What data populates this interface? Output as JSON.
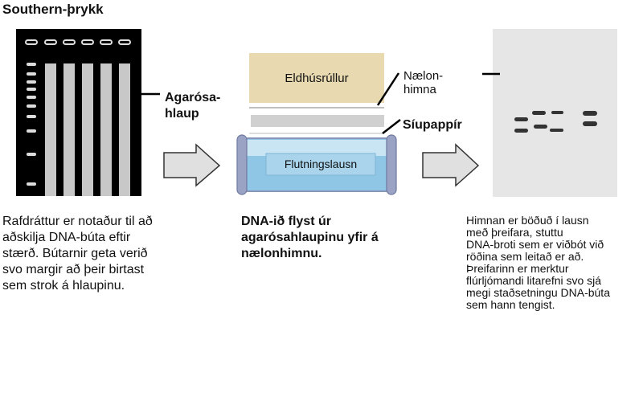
{
  "title": "Southern-þrykk",
  "labels": {
    "agarose_gel": [
      "Agarósa-",
      "hlaup"
    ],
    "nylon_membrane": [
      "Nælon-",
      "himna"
    ],
    "paper_towels": "Eldhúsrúllur",
    "filter_paper": "Síupappír",
    "transfer_solution": "Flutningslausn"
  },
  "descriptions": {
    "step1": [
      "Rafdráttur er notaður til að",
      "aðskilja DNA-búta eftir",
      "stærð. Bútarnir geta verið",
      "svo margir að þeir birtast",
      "sem strok á hlaupinu."
    ],
    "step2": [
      "DNA-ið flyst úr",
      "agarósahlaupinu yfir á",
      "nælonhimnu."
    ],
    "step3": [
      "Himnan er böðuð í lausn",
      "með þreifara, stuttu",
      "DNA-broti sem er viðbót við",
      "röðina sem leitað er að.",
      "Þreifarinn er merktur",
      "flúrljómandi litarefni svo sjá",
      "megi staðsetningu DNA-búta",
      "sem hann tengist."
    ]
  },
  "colors": {
    "gel_bg": "#000000",
    "lane": "#c8c8c8",
    "paper_towel": "#e8d9b0",
    "filter_paper": "#d0d0d0",
    "tray_solution": "#8fc6e6",
    "tray_frame": "#8a93b8",
    "membrane": "#e6e6e6",
    "band": "#333333",
    "arrow_fill": "#e0e0e0",
    "arrow_stroke": "#333333"
  }
}
